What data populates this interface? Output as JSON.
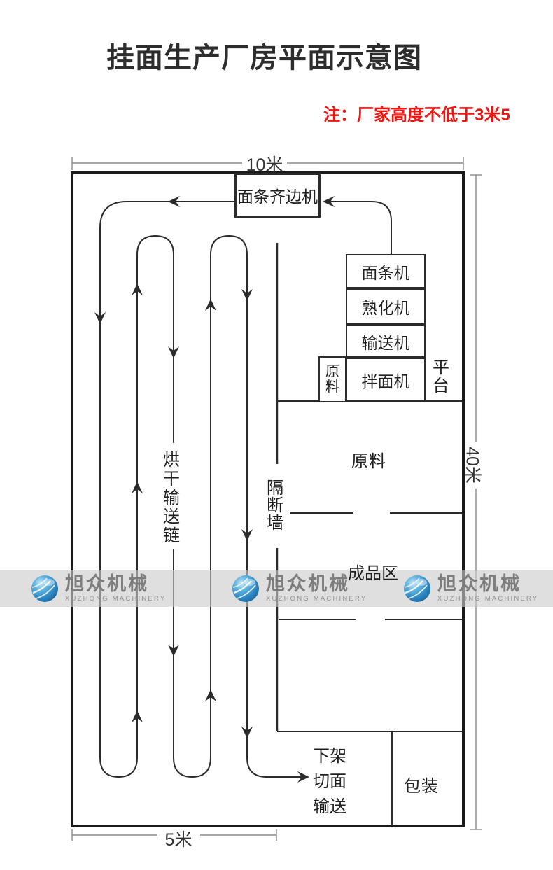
{
  "title": "挂面生产厂房平面示意图",
  "note": "注：厂家高度不低于3米5",
  "dimensions": {
    "top_width": "10米",
    "right_height": "40米",
    "bottom_left_width": "5米"
  },
  "machines": {
    "edge_trimmer": "面条齐边机",
    "noodle_machine": "面条机",
    "aging_machine": "熟化机",
    "conveyor": "输送机",
    "mixer": "拌面机",
    "raw_material_box": "原料"
  },
  "rooms": {
    "drying_chain": "烘干输送链",
    "partition_wall": "隔断墙",
    "platform": "平台",
    "raw_material_room": "原料",
    "finished_area": "成品区",
    "offload_flow": "下架\n切面\n输送",
    "packing": "包装"
  },
  "watermark": {
    "name": "旭众机械",
    "name_en": "XUZHONG MACHINERY"
  },
  "colors": {
    "wall": "#1a1a1a",
    "line": "#2b2b2b",
    "dimension": "#8a8a8a",
    "note_red": "#ed1510",
    "watermark_blue": "#2e86c1",
    "watermark_band": "#cccccc"
  }
}
